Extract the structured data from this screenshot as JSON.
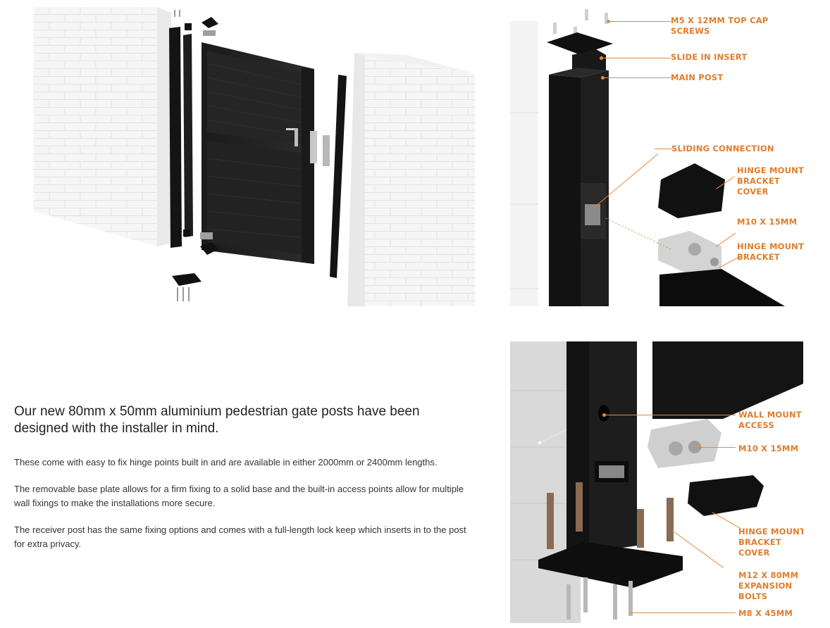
{
  "product_copy": {
    "headline": "Our new 80mm x 50mm aluminium pedestrian gate posts have been designed with the installer in mind.",
    "paragraphs": [
      "These come with easy to fix hinge points built in and are available in either 2000mm or 2400mm lengths.",
      "The removable base plate allows for a firm fixing to a solid base and the built-in access points allow for multiple wall fixings to make the installations more secure.",
      "The receiver post has the same fixing options and comes with a full-length lock keep which inserts in to the post for extra privacy."
    ]
  },
  "diagram_top": {
    "labels": {
      "top_cap_screws": "M5 x 12MM TOP CAP\nSCREWS",
      "slide_in_insert": "SLIDE IN INSERT",
      "main_post": "MAIN POST",
      "sliding_connection": "SLIDING CONNECTION",
      "hinge_mount_bracket_cover": "HINGE MOUNT\nBRACKET\nCOVER",
      "m10_bolt": "M10 x 15MM",
      "hinge_mount_bracket": "HINGE MOUNT\nBRACKET"
    }
  },
  "diagram_bottom": {
    "labels": {
      "wall_mount_access": "WALL MOUNT\nACCESS",
      "m10_bolt": "M10 x 15MM",
      "hinge_mount_bracket_cover": "HINGE MOUNT\nBRACKET\nCOVER",
      "expansion_bolts": "M12 x 80MM\nEXPANSION\nBOLTS",
      "base_screws": "M8 x 45MM"
    }
  },
  "colors": {
    "label_orange": "#e07d2c",
    "post_black": "#111111",
    "brick_white": "#f3f3f3"
  }
}
